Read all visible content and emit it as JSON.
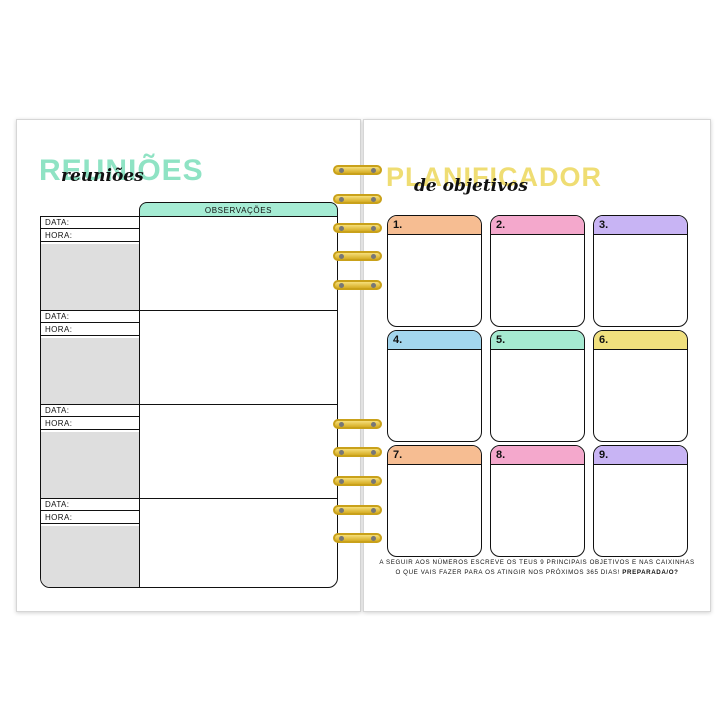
{
  "left": {
    "title": "REUNIÕES",
    "script": "reuniões",
    "obs_header": "OBSERVAÇÕES",
    "date_label": "DATA:",
    "time_label": "HORA:"
  },
  "right": {
    "title": "PLANIFICADOR",
    "script": "de objetivos",
    "goals": [
      {
        "num": "1.",
        "color": "#f6bd92"
      },
      {
        "num": "2.",
        "color": "#f4a8cc"
      },
      {
        "num": "3.",
        "color": "#c8b4f4"
      },
      {
        "num": "4.",
        "color": "#a3d6ee"
      },
      {
        "num": "5.",
        "color": "#a6ead1"
      },
      {
        "num": "6.",
        "color": "#f0e07e"
      },
      {
        "num": "7.",
        "color": "#f6bd92"
      },
      {
        "num": "8.",
        "color": "#f4a8cc"
      },
      {
        "num": "9.",
        "color": "#c8b4f4"
      }
    ],
    "footer_line1": "A SEGUIR AOS NÚMEROS ESCREVE OS TEUS 9 PRINCIPAIS OBJETIVOS E NAS CAIXINHAS",
    "footer_line2": "O QUE VAIS FAZER PARA OS ATINGIR NOS PRÓXIMOS 365 DIAS!",
    "footer_bold": "PREPARADA/O?"
  },
  "colors": {
    "mint": "#a6ecd4",
    "gold_ring": "#d6ad25"
  }
}
